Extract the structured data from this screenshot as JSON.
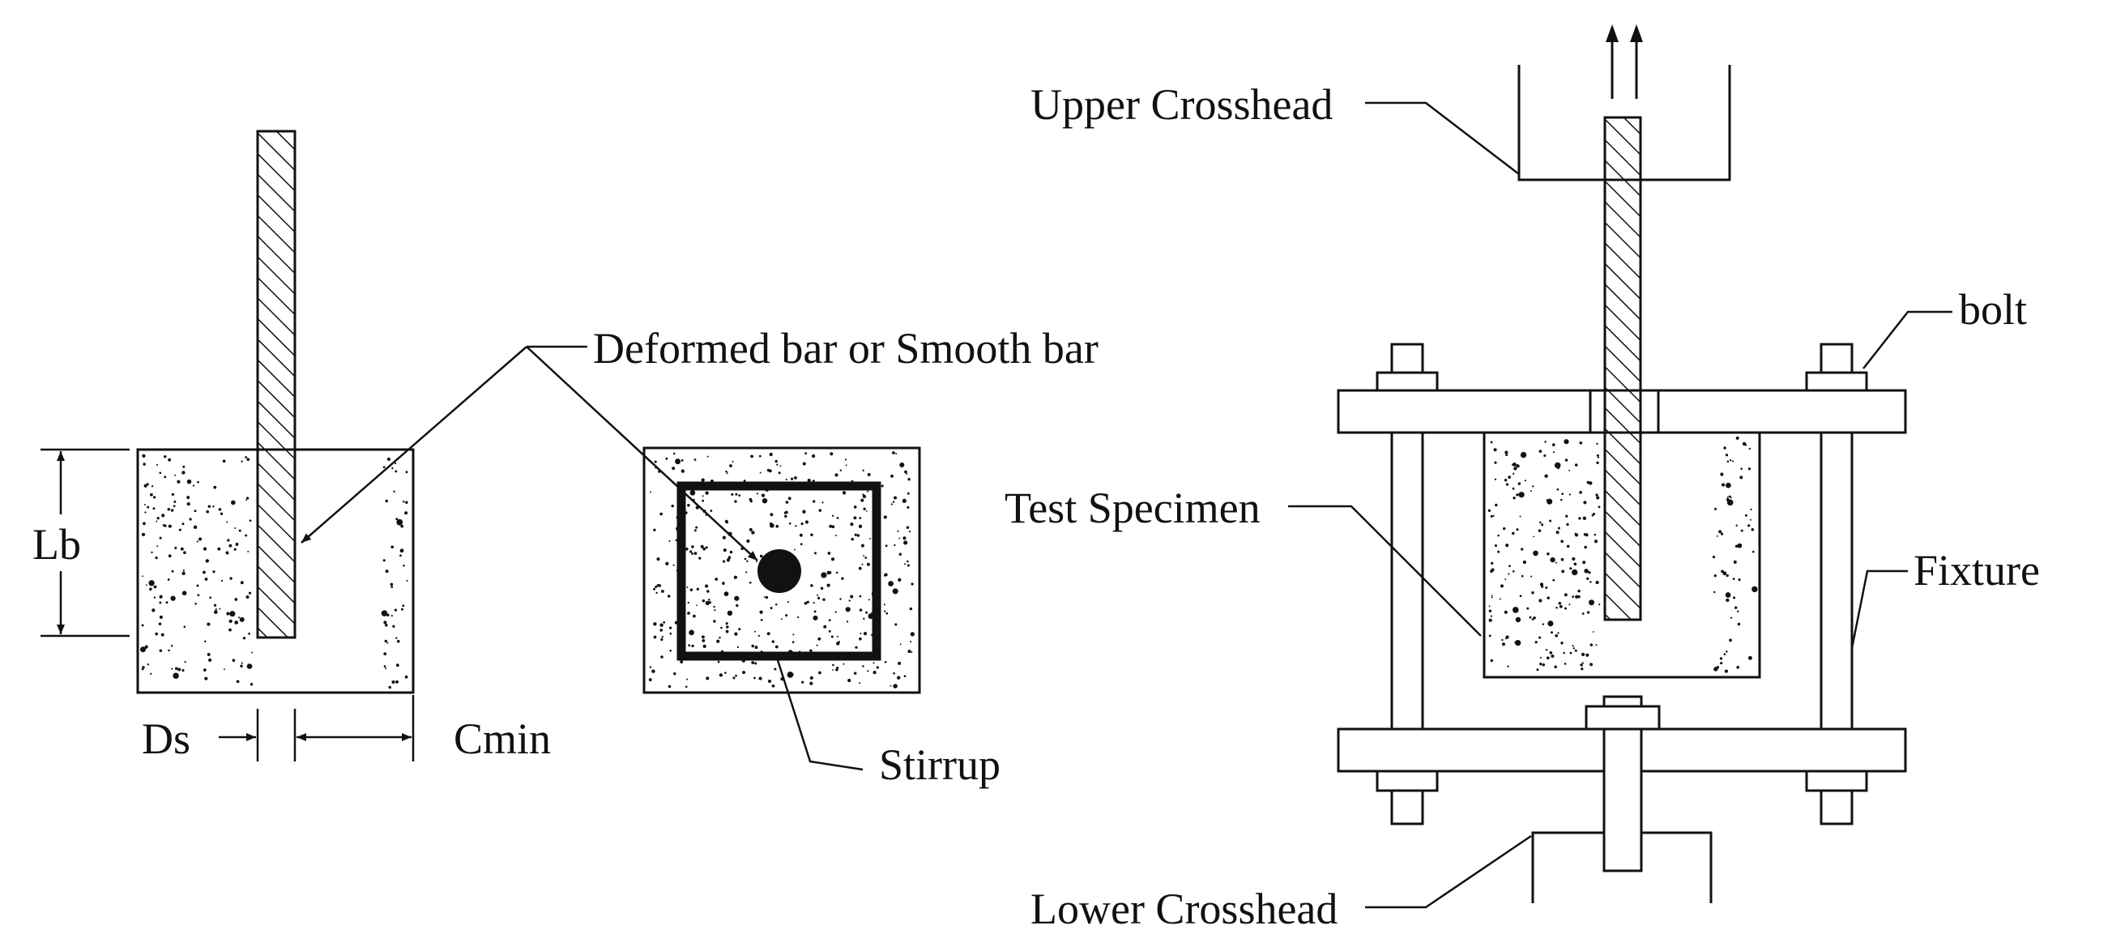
{
  "labels": {
    "bar_type": "Deformed bar or Smooth bar",
    "embed_length": "Lb",
    "bar_diameter": "Ds",
    "min_cover": "Cmin",
    "stirrup": "Stirrup",
    "upper_crosshead": "Upper Crosshead",
    "bolt": "bolt",
    "test_specimen": "Test Specimen",
    "fixture": "Fixture",
    "lower_crosshead": "Lower Crosshead"
  },
  "colors": {
    "line": "#111111",
    "background": "#ffffff"
  }
}
